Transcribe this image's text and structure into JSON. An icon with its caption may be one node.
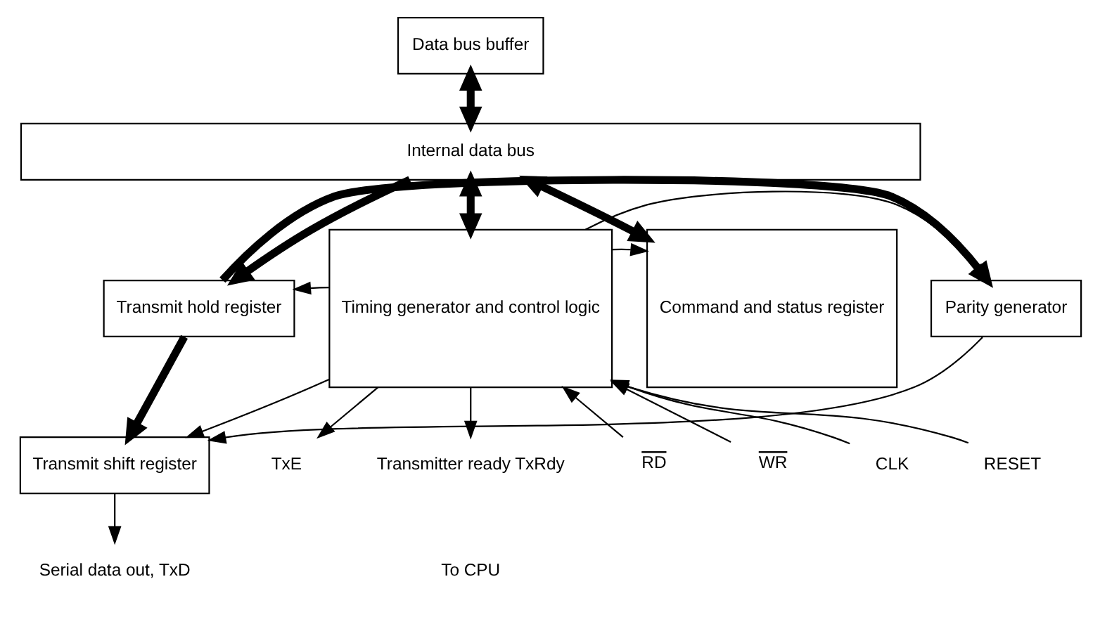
{
  "diagram": {
    "nodes": [
      {
        "text": [
          "Data bus buffer"
        ]
      },
      {
        "text": [
          "Internal data bus"
        ]
      },
      {
        "text": [
          "Transmit hold register"
        ]
      },
      {
        "text": [
          "Parity generator"
        ]
      },
      {
        "text": [
          "Timing generator and control logic"
        ]
      },
      {
        "text": [
          "Command and status register"
        ]
      },
      {
        "text": [
          "Transmit shift register"
        ]
      },
      {
        "text": [
          "Serial data out, TxD"
        ]
      },
      {
        "text": [
          "TxE"
        ]
      },
      {
        "text": [
          "Transmitter ready TxRdy"
        ]
      },
      {
        "text": [
          "RD"
        ]
      },
      {
        "text": [
          "WR"
        ]
      },
      {
        "text": [
          "CLK"
        ]
      },
      {
        "text": [
          "RESET"
        ]
      }
    ],
    "edges": [
      {
        "from": 0,
        "to": 1,
        "arrow": "both",
        "style": "thick"
      },
      {
        "from": 1,
        "to": 2,
        "arrow": "to",
        "style": "thick"
      },
      {
        "from": 1,
        "to": 4,
        "arrow": "both",
        "style": "thick"
      },
      {
        "from": 1,
        "to": 5,
        "arrow": "both",
        "style": "thick"
      },
      {
        "from": 2,
        "to": 3,
        "arrow": "to",
        "style": "thick"
      },
      {
        "from": 2,
        "to": 6,
        "arrow": "to",
        "style": "thick"
      },
      {
        "from": 4,
        "to": 2,
        "arrow": "to"
      },
      {
        "from": 4,
        "to": 3,
        "arrow": "to"
      },
      {
        "from": 4,
        "to": 6,
        "arrow": "to"
      },
      {
        "from": 4,
        "to": 5,
        "arrow": "to"
      },
      {
        "from": 3,
        "to": 6,
        "arrow": "to"
      },
      {
        "from": 6,
        "to": 7,
        "arrow": "to"
      },
      {
        "from": 4,
        "to": 8,
        "arrow": "to"
      },
      {
        "from": 4,
        "to": 9,
        "arrow": "to"
      },
      {
        "from": 10,
        "to": 4,
        "arrow": "to"
      },
      {
        "from": 11,
        "to": 4,
        "arrow": "to"
      },
      {
        "from": 12,
        "to": 4,
        "arrow": "to"
      },
      {
        "from": 13,
        "to": 4,
        "arrow": "to"
      }
    ],
    "labels": [
      "To CPU"
    ]
  }
}
